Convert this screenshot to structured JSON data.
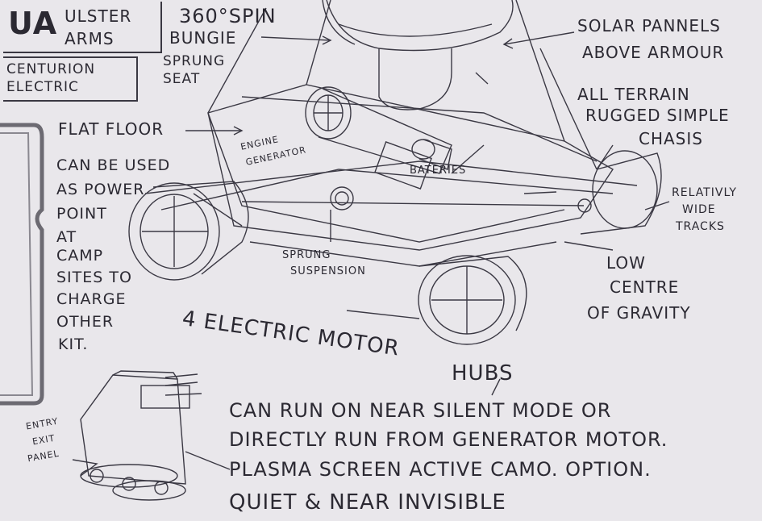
{
  "logo": {
    "mark": "UA",
    "line1": "ULSTER",
    "line2": "ARMS"
  },
  "model_name": {
    "line1": "CENTURION",
    "line2": "ELECTRIC"
  },
  "labels": {
    "spin": "360°SPIN",
    "bungie": "BUNGIE",
    "sprung_seat_1": "SPRUNG",
    "sprung_seat_2": "SEAT",
    "solar_1": "SOLAR PANNELS",
    "solar_2": "ABOVE ARMOUR",
    "terrain_1": "ALL TERRAIN",
    "terrain_2": "RUGGED SIMPLE",
    "terrain_3": "CHASIS",
    "flat_floor": "FLAT FLOOR",
    "engine_1": "ENGINE",
    "engine_2": "GENERATOR",
    "batteries": "BATERIES",
    "power_1": "CAN BE USED",
    "power_2": "AS POWER",
    "power_3": "POINT",
    "power_4": "AT",
    "power_5": "CAMP",
    "power_6": "SITES TO",
    "power_7": "CHARGE",
    "power_8": "OTHER",
    "power_9": "KIT.",
    "tracks_1": "RELATIVLY",
    "tracks_2": "WIDE",
    "tracks_3": "TRACKS",
    "suspension_1": "SPRUNG",
    "suspension_2": "SUSPENSION",
    "cog_1": "LOW",
    "cog_2": "CENTRE",
    "cog_3": "OF GRAVITY",
    "hubs_1": "4 ELECTRIC MOTOR",
    "hubs_2": "HUBS",
    "entry_1": "ENTRY",
    "entry_2": "EXIT",
    "entry_3": "PANEL"
  },
  "notes": {
    "line1": "CAN RUN ON NEAR SILENT MODE OR",
    "line2": "DIRECTLY RUN FROM GENERATOR MOTOR.",
    "line3": "PLASMA SCREEN ACTIVE CAMO. OPTION.",
    "line4": "QUIET & NEAR INVISIBLE"
  },
  "colors": {
    "paper": "#e9e7eb",
    "ink": "#2b2932",
    "clip": "#6c6a72"
  }
}
